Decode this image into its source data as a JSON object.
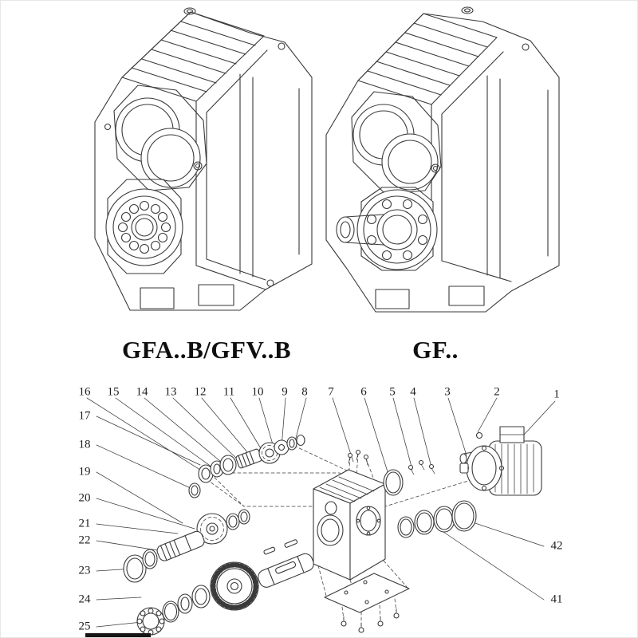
{
  "titles": {
    "left": "GFA..B/GFV..B",
    "right": "GF.."
  },
  "callouts": {
    "top": [
      "16",
      "15",
      "14",
      "13",
      "12",
      "11",
      "10",
      "9",
      "8",
      "7",
      "6",
      "5",
      "4",
      "3",
      "2",
      "1"
    ],
    "left": [
      "17",
      "18",
      "19",
      "20",
      "21",
      "22",
      "23",
      "24",
      "25"
    ],
    "right": [
      "42",
      "41"
    ]
  },
  "colors": {
    "line": "#3a3a3a",
    "text": "#1c1c1c",
    "background": "#ffffff"
  }
}
